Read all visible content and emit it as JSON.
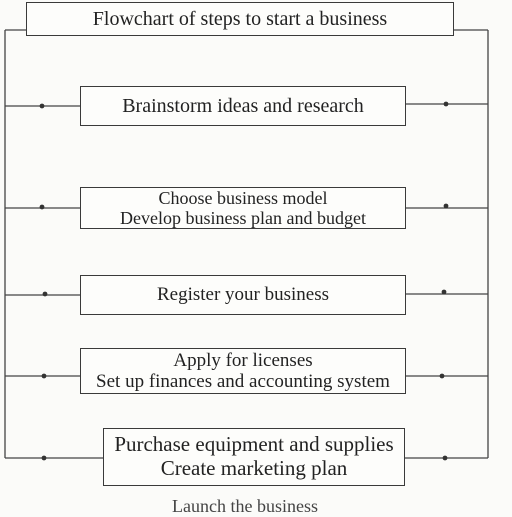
{
  "title": "Flowchart of steps to start a business",
  "steps": [
    {
      "lines": [
        "Brainstorm ideas and research"
      ]
    },
    {
      "lines": [
        "Choose business model",
        "Develop business plan and budget"
      ]
    },
    {
      "lines": [
        "Register your business"
      ]
    },
    {
      "lines": [
        "Apply for licenses",
        "Set up finances and accounting system"
      ]
    },
    {
      "lines": [
        "Purchase equipment and supplies",
        "Create marketing plan"
      ]
    }
  ],
  "footer": "Launch the business"
}
